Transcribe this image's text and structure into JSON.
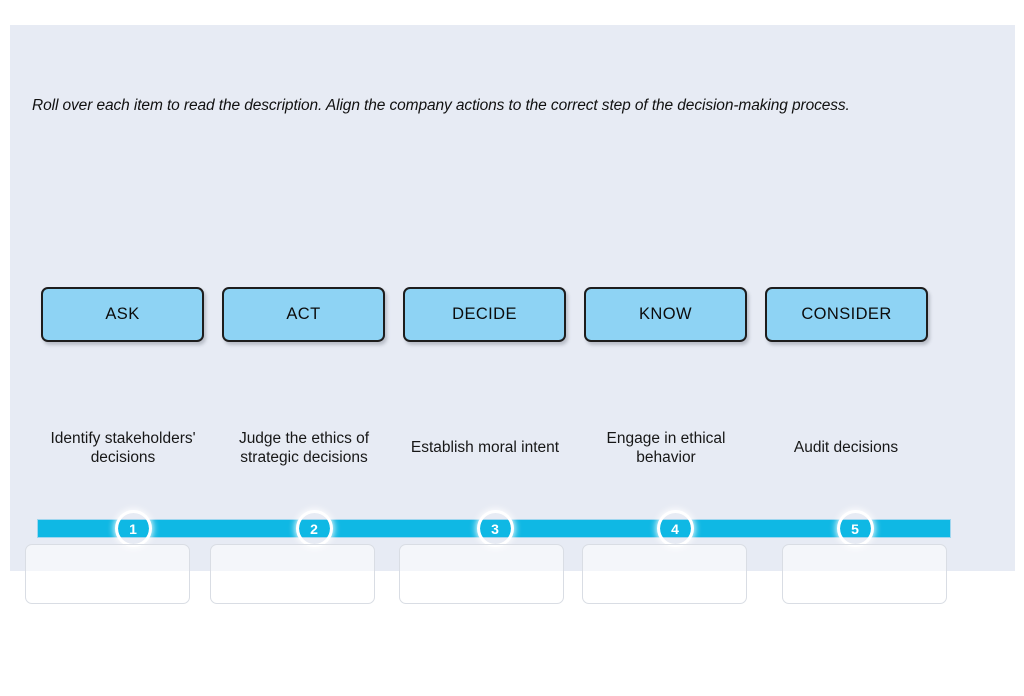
{
  "panel": {
    "background_color": "#e7ebf4",
    "instructions": "Roll over each item to read the description. Align the company actions to the correct step of the decision-making process."
  },
  "term_buttons": {
    "accent_color": "#8ed3f4",
    "items": [
      {
        "label": "ASK"
      },
      {
        "label": "ACT"
      },
      {
        "label": "DECIDE"
      },
      {
        "label": "KNOW"
      },
      {
        "label": "CONSIDER"
      }
    ]
  },
  "steps": {
    "bar_color": "#0fb8e4",
    "marker_color": "#f7bf3f",
    "items": [
      {
        "number": "1",
        "caption": "Identify stakeholders' decisions"
      },
      {
        "number": "2",
        "caption": "Judge the ethics of strategic decisions"
      },
      {
        "number": "3",
        "caption": "Establish moral intent"
      },
      {
        "number": "4",
        "caption": "Engage in ethical behavior"
      },
      {
        "number": "5",
        "caption": "Audit decisions"
      }
    ]
  },
  "drop_zones": {
    "items": [
      {
        "value": ""
      },
      {
        "value": ""
      },
      {
        "value": ""
      },
      {
        "value": ""
      },
      {
        "value": ""
      }
    ]
  }
}
